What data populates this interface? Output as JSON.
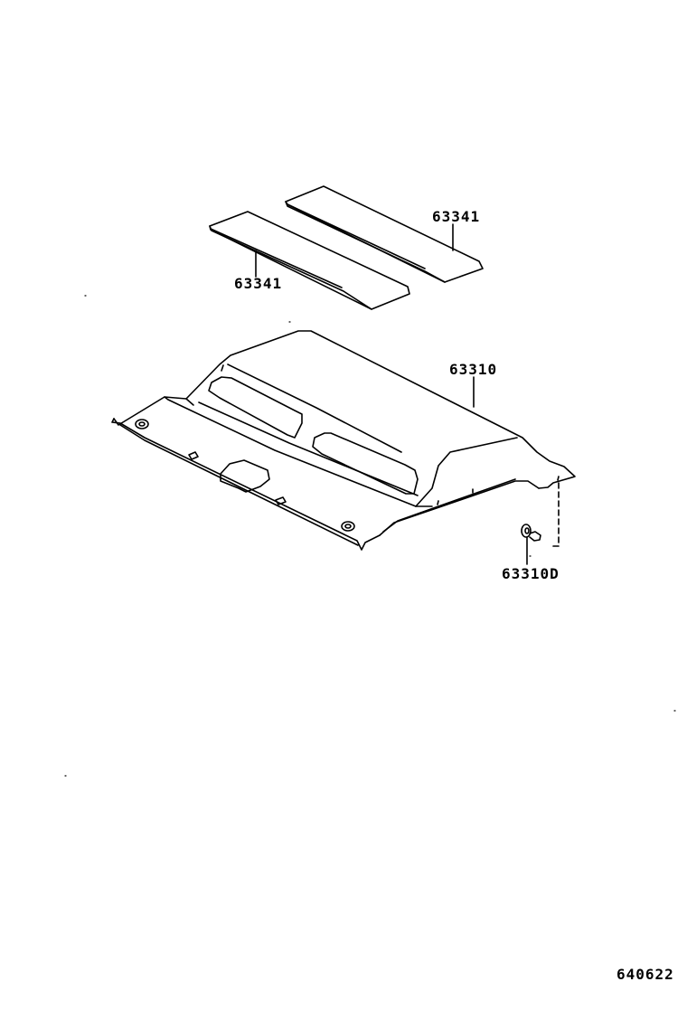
{
  "diagram": {
    "type": "exploded parts diagram",
    "subject": "roof headlining assembly",
    "colors": {
      "line": "#000000",
      "background": "#ffffff"
    },
    "parts": [
      {
        "id": "part-63341-right",
        "label": "63341",
        "description": "roof silencer pad (right)"
      },
      {
        "id": "part-63341-left",
        "label": "63341",
        "description": "roof silencer pad (left)"
      },
      {
        "id": "part-63310",
        "label": "63310",
        "description": "roof headlining"
      },
      {
        "id": "part-63310D",
        "label": "63310D",
        "description": "clip / fastener"
      }
    ],
    "figure_code": "640622"
  }
}
